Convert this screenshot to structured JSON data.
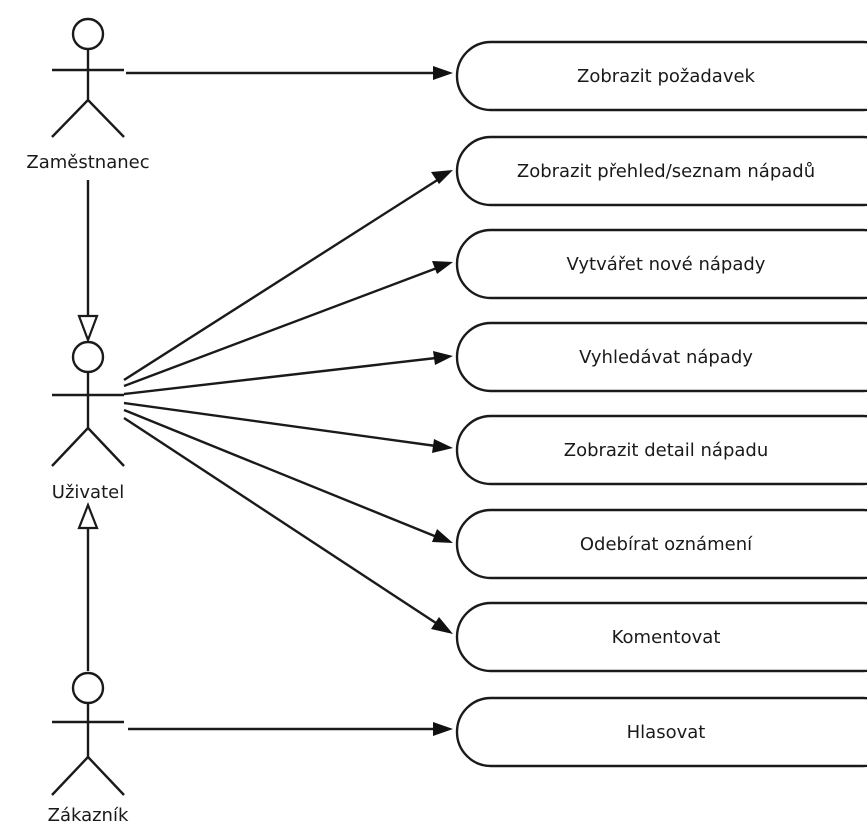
{
  "actors": {
    "employee": "Zaměstnanec",
    "user": "Uživatel",
    "customer": "Zákazník"
  },
  "use_cases": [
    "Zobrazit požadavek",
    "Zobrazit přehled/seznam nápadů",
    "Vytvářet nové nápady",
    "Vyhledávat nápady",
    "Zobrazit detail nápadu",
    "Odebírat oznámení",
    "Komentovat",
    "Hlasovat"
  ]
}
